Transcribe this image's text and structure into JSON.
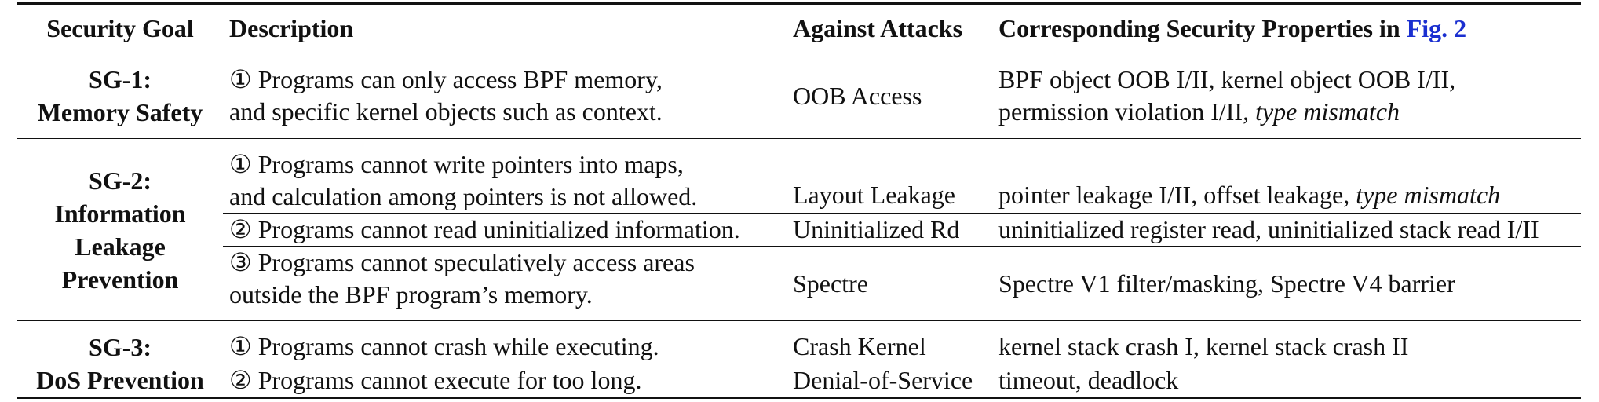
{
  "header": {
    "goal": "Security Goal",
    "description": "Description",
    "attacks": "Against Attacks",
    "properties_prefix": "Corresponding Security Properties in ",
    "properties_link": "Fig. 2"
  },
  "sg1": {
    "goal_line1": "SG-1:",
    "goal_line2": "Memory Safety",
    "rows": [
      {
        "desc_line1": "① Programs can only access BPF memory,",
        "desc_line2": "and specific kernel objects such as context.",
        "attack": "OOB Access",
        "prop_line1": "BPF object OOB I/II, kernel object OOB I/II,",
        "prop_line2_plain": "permission violation I/II, ",
        "prop_line2_italic": "type mismatch"
      }
    ]
  },
  "sg2": {
    "goal_line1": "SG-2:",
    "goal_line2": "Information",
    "goal_line3": "Leakage",
    "goal_line4": "Prevention",
    "rows": [
      {
        "desc_line1": "① Programs cannot write pointers into maps,",
        "desc_line2": "and calculation among pointers is not allowed.",
        "attack": "Layout Leakage",
        "prop_plain": "pointer leakage I/II, offset leakage, ",
        "prop_italic": "type mismatch"
      },
      {
        "desc": "② Programs cannot read uninitialized information.",
        "attack": "Uninitialized Rd",
        "prop": "uninitialized register read, uninitialized stack read I/II"
      },
      {
        "desc_line1": "③ Programs cannot speculatively access areas",
        "desc_line2": "outside the BPF program’s memory.",
        "attack": "Spectre",
        "prop": "Spectre V1 filter/masking, Spectre V4 barrier"
      }
    ]
  },
  "sg3": {
    "goal_line1": "SG-3:",
    "goal_line2": "DoS Prevention",
    "rows": [
      {
        "desc": "① Programs cannot crash while executing.",
        "attack": "Crash Kernel",
        "prop": "kernel stack crash I, kernel stack crash II"
      },
      {
        "desc": "② Programs cannot execute for too long.",
        "attack": "Denial-of-Service",
        "prop": "timeout, deadlock"
      }
    ]
  }
}
